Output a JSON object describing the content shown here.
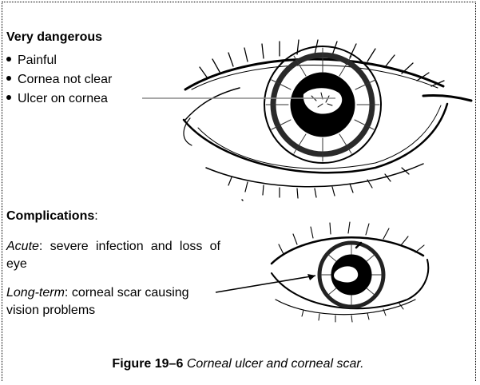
{
  "top_section": {
    "heading": "Very dangerous",
    "bullets": [
      {
        "text": "Painful"
      },
      {
        "text": "Cornea not clear"
      },
      {
        "text": "Ulcer on cornea"
      }
    ]
  },
  "bottom_section": {
    "heading": "Complications",
    "heading_suffix": ":",
    "items": [
      {
        "term": "Acute",
        "text": ": severe infection and loss of eye"
      },
      {
        "term": "Long-term",
        "text": ": corneal scar causing vision problems"
      }
    ]
  },
  "caption": {
    "figure_label": "Figure 19–6",
    "title": "Corneal ulcer and corneal scar."
  },
  "illustrations": {
    "large_eye": "eye-with-corneal-ulcer-drawing",
    "small_eye": "eye-with-corneal-scar-drawing"
  },
  "colors": {
    "ink": "#000000",
    "pointer_line": "#8a8a8a"
  }
}
